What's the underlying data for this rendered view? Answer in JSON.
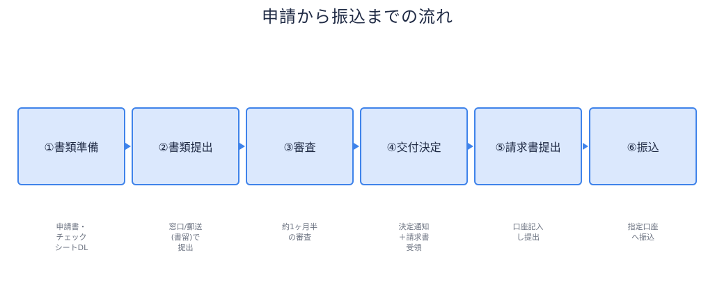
{
  "title": "申請から振込までの流れ",
  "steps": [
    {
      "label": "①書類準備",
      "desc": [
        "申請書・",
        "チェック",
        "シートDL"
      ]
    },
    {
      "label": "②書類提出",
      "desc": [
        "窓口/郵送",
        "(書留)で",
        "提出"
      ]
    },
    {
      "label": "③審査",
      "desc": [
        "約1ヶ月半",
        "の審査"
      ]
    },
    {
      "label": "④交付決定",
      "desc": [
        "決定通知",
        "＋請求書",
        "受領"
      ]
    },
    {
      "label": "⑤請求書提出",
      "desc": [
        "口座記入",
        "し提出"
      ]
    },
    {
      "label": "⑥振込",
      "desc": [
        "指定口座",
        "へ振込"
      ]
    }
  ],
  "colors": {
    "box_fill": "#dbe8fd",
    "box_border": "#3f83ea",
    "arrow": "#3f83ea",
    "title_text": "#1f2a44",
    "desc_text": "#6b7280"
  }
}
